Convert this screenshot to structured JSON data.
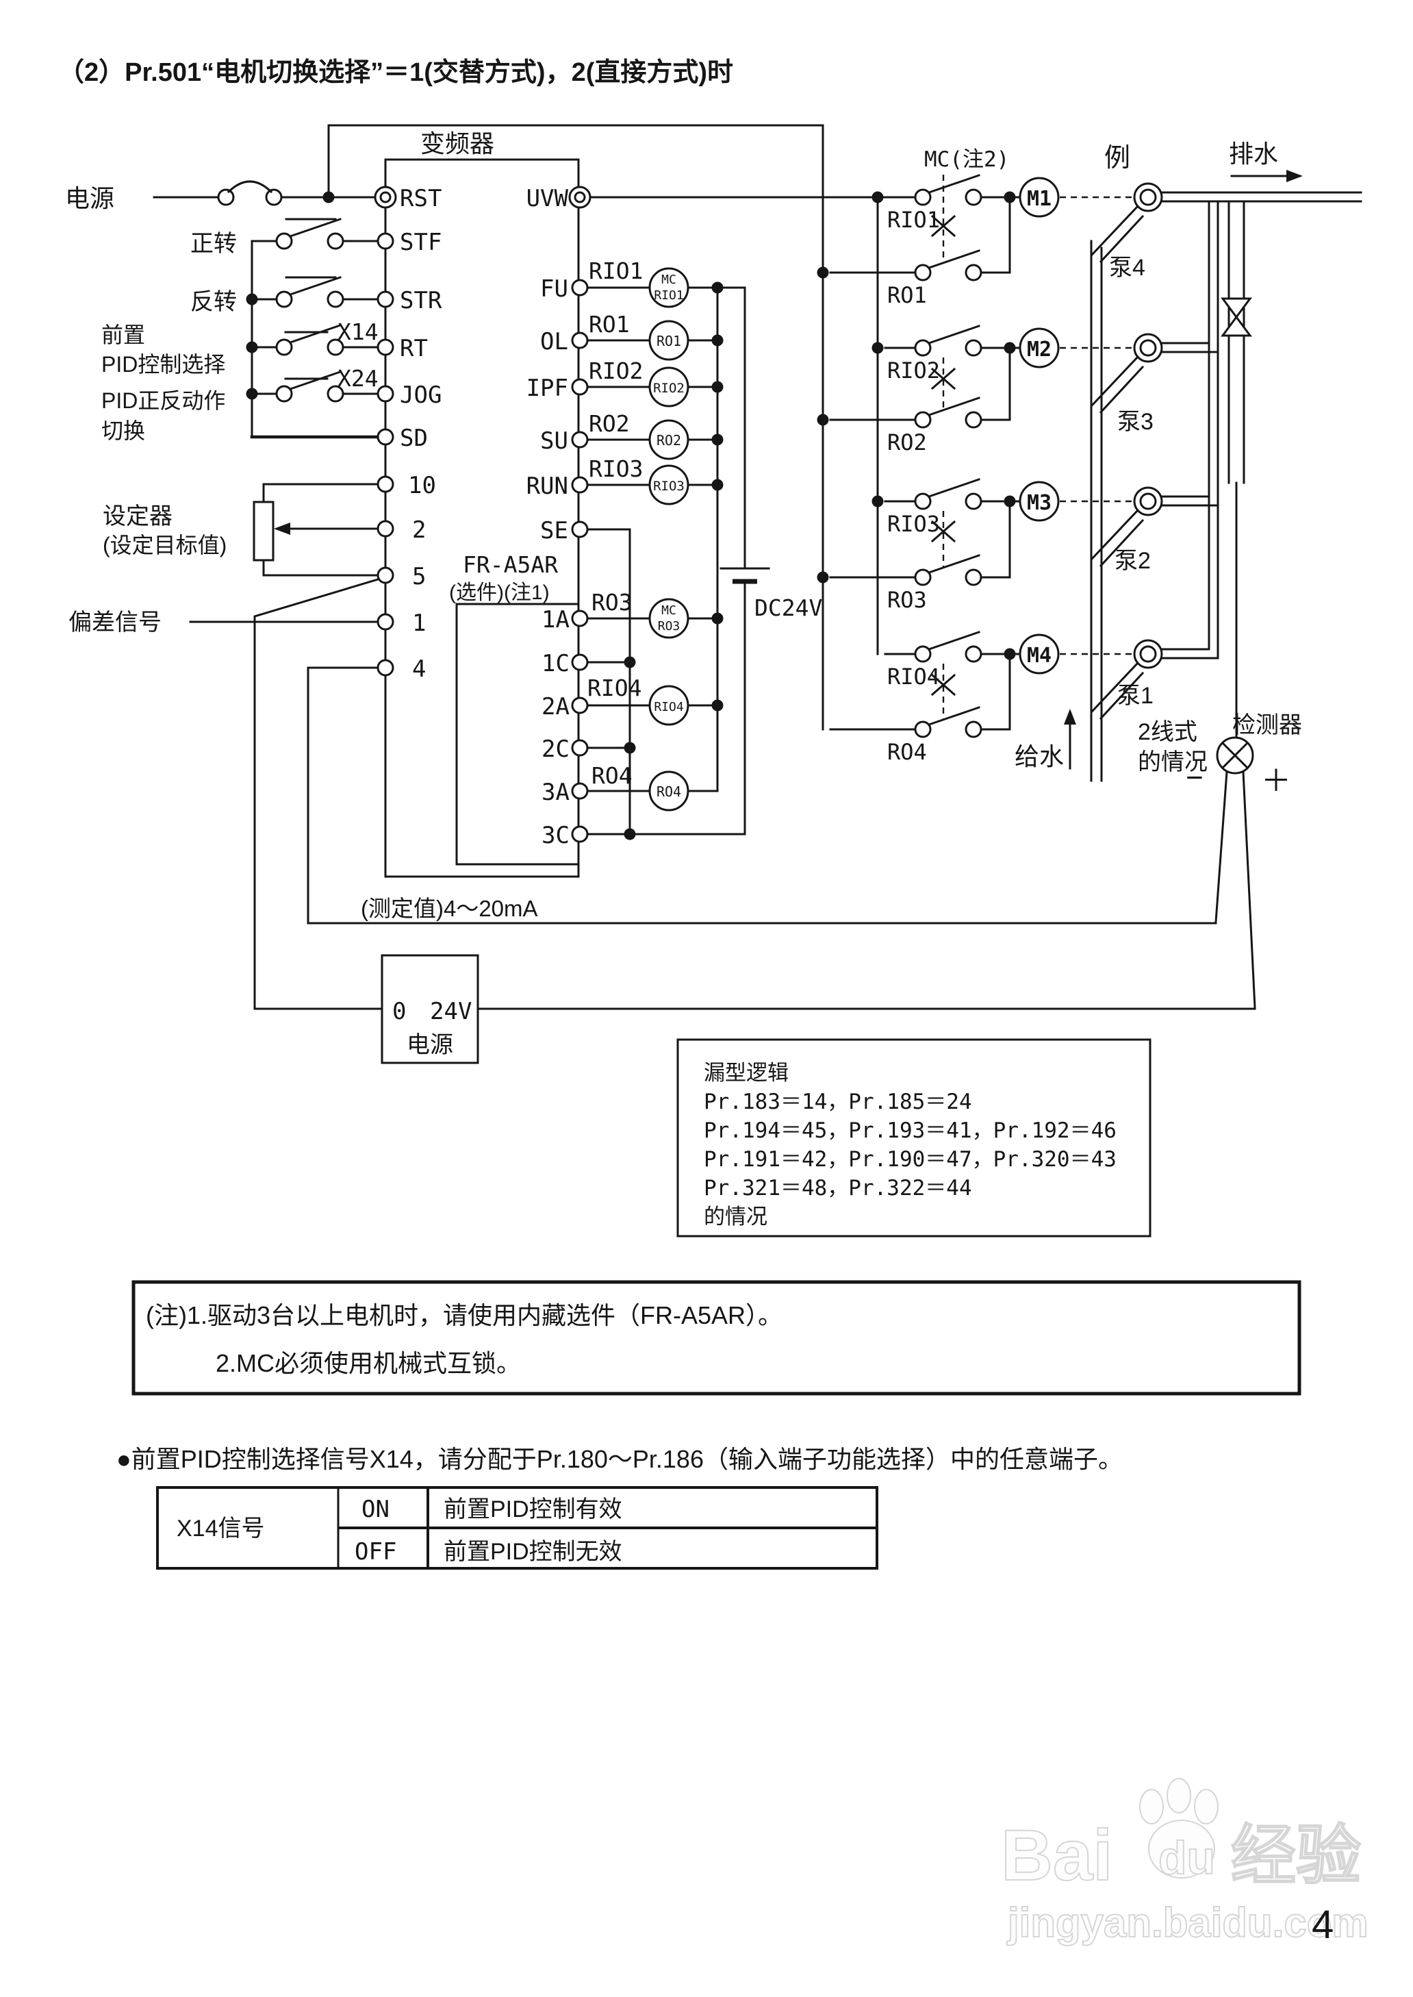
{
  "title": "（2）Pr.501“电机切换选择”＝1(交替方式)，2(直接方式)时",
  "d": {
    "inverter": "变频器",
    "power": "电源",
    "forward": "正转",
    "reverse": "反转",
    "prepid1": "前置",
    "prepid2": "PID控制选择",
    "piddir1": "PID正反动作",
    "piddir2": "切换",
    "x14": "X14",
    "x24": "X24",
    "t_rst": "RST",
    "t_stf": "STF",
    "t_str": "STR",
    "t_rt": "RT",
    "t_jog": "JOG",
    "t_sd": "SD",
    "t_10": "10",
    "t_2": "2",
    "t_5": "5",
    "t_1": "1",
    "t_4": "4",
    "t_uvw": "UVW",
    "t_fu": "FU",
    "t_ol": "OL",
    "t_ipf": "IPF",
    "t_su": "SU",
    "t_run": "RUN",
    "t_se": "SE",
    "o_1a": "1A",
    "o_1c": "1C",
    "o_2a": "2A",
    "o_2c": "2C",
    "o_3a": "3A",
    "o_3c": "3C",
    "fra5ar1": "FR-A5AR",
    "fra5ar2": "(选件)(注1)",
    "w_rio1": "RIO1",
    "w_ro1": "RO1",
    "w_rio2": "RIO2",
    "w_ro2": "RO2",
    "w_rio3": "RIO3",
    "w_ro3": "RO3",
    "w_rio4": "RIO4",
    "w_ro4": "RO4",
    "c1a": "MC",
    "c1b": "RIO1",
    "c2": "RO1",
    "c3": "RIO2",
    "c4": "RO2",
    "c5": "RIO3",
    "c6a": "MC",
    "c6b": "RO3",
    "c7": "RIO4",
    "c8": "RO4",
    "dc24v": "DC24V",
    "setter1": "设定器",
    "setter2": "(设定目标值)",
    "deviation": "偏差信号",
    "measured": "(测定值)4～20mA",
    "psu0": "0",
    "psu24": "24V",
    "psu": "电源",
    "mcnote": "MC(注2)",
    "k_rio1": "RIO1",
    "k_ro1": "RO1",
    "k_rio2": "RIO2",
    "k_ro2": "RO2",
    "k_rio3": "RIO3",
    "k_ro3": "RO3",
    "k_rio4": "RIO4",
    "k_ro4": "RO4",
    "m1": "M1",
    "m2": "M2",
    "m3": "M3",
    "m4": "M4",
    "example": "例",
    "drain": "排水",
    "supply": "给水",
    "pump4": "泵4",
    "pump3": "泵3",
    "pump2": "泵2",
    "pump1": "泵1",
    "twowire1": "2线式",
    "twowire2": "的情况",
    "detector": "检测器",
    "minus": "−",
    "plus": "＋"
  },
  "sink_logic": {
    "l1": "漏型逻辑",
    "l2": "Pr.183＝14，Pr.185＝24",
    "l3": "Pr.194＝45，Pr.193＝41，Pr.192＝46",
    "l4": "Pr.191＝42，Pr.190＝47，Pr.320＝43",
    "l5": "Pr.321＝48，Pr.322＝44",
    "l6": "的情况"
  },
  "note": {
    "l1": "(注)1.驱动3台以上电机时，请使用内藏选件（FR-A5AR）。",
    "l2": "2.MC必须使用机械式互锁。"
  },
  "bullet": "●前置PID控制选择信号X14，请分配于Pr.180～Pr.186（输入端子功能选择）中的任意端子。",
  "table": {
    "header": "X14信号",
    "on": "ON",
    "on_desc": "前置PID控制有效",
    "off": "OFF",
    "off_desc": "前置PID控制无效"
  },
  "watermark": {
    "brand": "Bai",
    "brand2": "du",
    "brand3": "经验",
    "url": "jingyan.baidu.com"
  },
  "page": {
    "number": "4"
  }
}
